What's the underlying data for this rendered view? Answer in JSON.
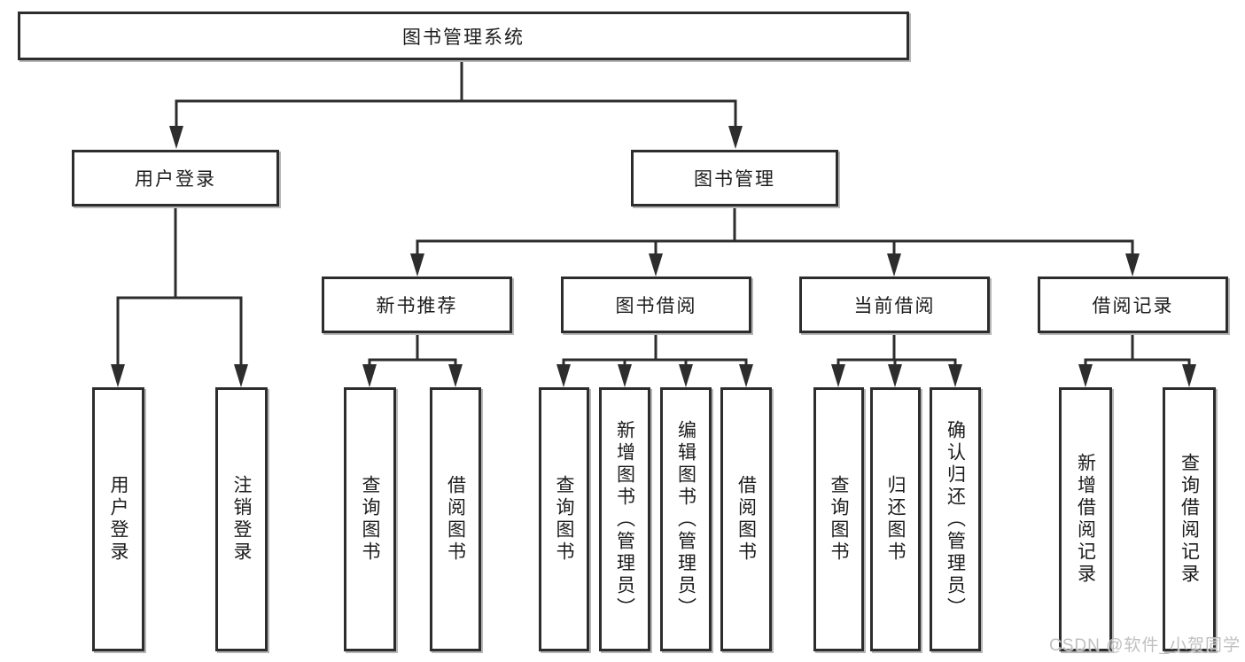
{
  "diagram": {
    "root": {
      "label": "图书管理系统"
    },
    "level2": [
      {
        "id": "user-login",
        "label": "用户登录"
      },
      {
        "id": "book-management",
        "label": "图书管理"
      }
    ],
    "level3": [
      {
        "id": "new-book-recommend",
        "label": "新书推荐"
      },
      {
        "id": "book-borrowing",
        "label": "图书借阅"
      },
      {
        "id": "current-borrowing",
        "label": "当前借阅"
      },
      {
        "id": "borrowing-records",
        "label": "借阅记录"
      }
    ],
    "leaves": [
      {
        "id": "user-login-leaf",
        "label": "用户登录"
      },
      {
        "id": "logout",
        "label": "注销登录"
      },
      {
        "id": "nb-query-books",
        "label": "查询图书"
      },
      {
        "id": "nb-borrow-books",
        "label": "借阅图书"
      },
      {
        "id": "bb-query-books",
        "label": "查询图书"
      },
      {
        "id": "bb-add-book-admin",
        "label": "新增图书（管理员）"
      },
      {
        "id": "bb-edit-book-admin",
        "label": "编辑图书（管理员）"
      },
      {
        "id": "bb-borrow-books",
        "label": "借阅图书"
      },
      {
        "id": "cb-query-books",
        "label": "查询图书"
      },
      {
        "id": "cb-return-book",
        "label": "归还图书"
      },
      {
        "id": "cb-confirm-return-admin",
        "label": "确认归还（管理员）"
      },
      {
        "id": "br-add-record",
        "label": "新增借阅记录"
      },
      {
        "id": "br-query-record",
        "label": "查询借阅记录"
      }
    ],
    "watermark": "CSDN @软件_小贺同学",
    "colors": {
      "line": "#2d2d2d",
      "box_border": "#2d2d2d",
      "box_background": "#ffffff",
      "text": "#1c1c1c",
      "shadow": "#b7b7b7",
      "watermark": "#bdbdbd"
    }
  }
}
